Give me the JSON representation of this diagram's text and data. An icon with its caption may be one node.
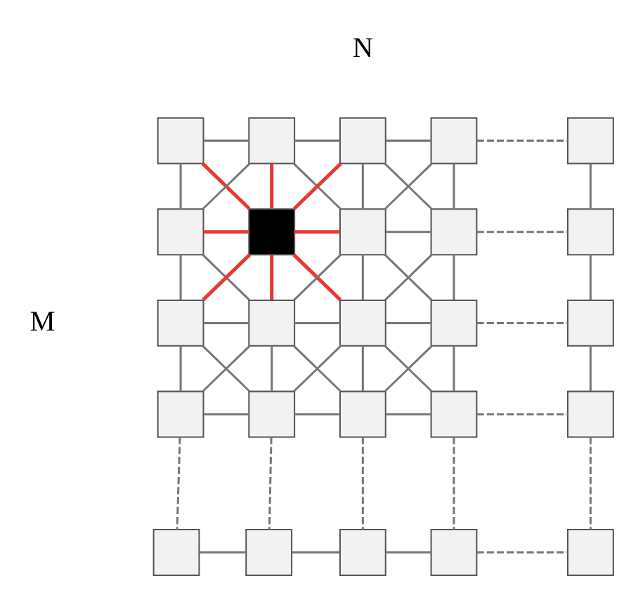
{
  "diagram": {
    "nodes": [
      {
        "text": [],
        "shape": "box"
      },
      {
        "text": [],
        "shape": "box"
      },
      {
        "text": [],
        "shape": "box"
      },
      {
        "text": [],
        "shape": "box"
      },
      {
        "text": [],
        "shape": "box"
      },
      {
        "text": [],
        "shape": "box"
      },
      {
        "text": [],
        "shape": "box"
      },
      {
        "text": [],
        "shape": "box"
      },
      {
        "text": [],
        "shape": "box"
      },
      {
        "text": [],
        "shape": "box"
      },
      {
        "text": [],
        "shape": "box"
      },
      {
        "text": [],
        "shape": "box"
      },
      {
        "text": [],
        "shape": "box"
      },
      {
        "text": [],
        "shape": "box"
      },
      {
        "text": [],
        "shape": "box"
      },
      {
        "text": [],
        "shape": "box"
      },
      {
        "text": [],
        "shape": "box"
      },
      {
        "text": [],
        "shape": "box"
      },
      {
        "text": [],
        "shape": "box"
      },
      {
        "text": [],
        "shape": "box"
      },
      {
        "text": [],
        "shape": "box"
      },
      {
        "text": [],
        "shape": "box"
      },
      {
        "text": [],
        "shape": "box"
      },
      {
        "text": [],
        "shape": "box"
      },
      {
        "text": [],
        "shape": "box"
      }
    ],
    "edges": [
      {
        "from": 0,
        "to": 1,
        "arrow": "none"
      },
      {
        "from": 1,
        "to": 2,
        "arrow": "none"
      },
      {
        "from": 2,
        "to": 3,
        "arrow": "none"
      },
      {
        "from": 3,
        "to": 4,
        "arrow": "none",
        "style": "dashed"
      },
      {
        "from": 5,
        "to": 6,
        "arrow": "none",
        "color": "#e53935"
      },
      {
        "from": 6,
        "to": 7,
        "arrow": "none",
        "color": "#e53935"
      },
      {
        "from": 7,
        "to": 8,
        "arrow": "none"
      },
      {
        "from": 8,
        "to": 9,
        "arrow": "none",
        "style": "dashed"
      },
      {
        "from": 10,
        "to": 11,
        "arrow": "none"
      },
      {
        "from": 11,
        "to": 12,
        "arrow": "none"
      },
      {
        "from": 12,
        "to": 13,
        "arrow": "none"
      },
      {
        "from": 13,
        "to": 14,
        "arrow": "none",
        "style": "dashed"
      },
      {
        "from": 15,
        "to": 16,
        "arrow": "none"
      },
      {
        "from": 16,
        "to": 17,
        "arrow": "none"
      },
      {
        "from": 17,
        "to": 18,
        "arrow": "none"
      },
      {
        "from": 18,
        "to": 19,
        "arrow": "none",
        "style": "dashed"
      },
      {
        "from": 20,
        "to": 21,
        "arrow": "none"
      },
      {
        "from": 21,
        "to": 22,
        "arrow": "none"
      },
      {
        "from": 22,
        "to": 23,
        "arrow": "none"
      },
      {
        "from": 23,
        "to": 24,
        "arrow": "none",
        "style": "dashed"
      },
      {
        "from": 0,
        "to": 5,
        "arrow": "none"
      },
      {
        "from": 5,
        "to": 10,
        "arrow": "none"
      },
      {
        "from": 10,
        "to": 15,
        "arrow": "none"
      },
      {
        "from": 15,
        "to": 20,
        "arrow": "none",
        "style": "dashed"
      },
      {
        "from": 1,
        "to": 6,
        "arrow": "none",
        "color": "#e53935"
      },
      {
        "from": 6,
        "to": 11,
        "arrow": "none",
        "color": "#e53935"
      },
      {
        "from": 11,
        "to": 16,
        "arrow": "none"
      },
      {
        "from": 16,
        "to": 21,
        "arrow": "none",
        "style": "dashed"
      },
      {
        "from": 2,
        "to": 7,
        "arrow": "none"
      },
      {
        "from": 7,
        "to": 12,
        "arrow": "none"
      },
      {
        "from": 12,
        "to": 17,
        "arrow": "none"
      },
      {
        "from": 17,
        "to": 22,
        "arrow": "none",
        "style": "dashed"
      },
      {
        "from": 3,
        "to": 8,
        "arrow": "none"
      },
      {
        "from": 8,
        "to": 13,
        "arrow": "none"
      },
      {
        "from": 13,
        "to": 18,
        "arrow": "none"
      },
      {
        "from": 18,
        "to": 23,
        "arrow": "none",
        "style": "dashed"
      },
      {
        "from": 4,
        "to": 9,
        "arrow": "none"
      },
      {
        "from": 9,
        "to": 14,
        "arrow": "none"
      },
      {
        "from": 14,
        "to": 19,
        "arrow": "none"
      },
      {
        "from": 19,
        "to": 24,
        "arrow": "none",
        "style": "dashed"
      },
      {
        "from": 0,
        "to": 6,
        "arrow": "none",
        "color": "#e53935"
      },
      {
        "from": 1,
        "to": 5,
        "arrow": "none"
      },
      {
        "from": 1,
        "to": 7,
        "arrow": "none"
      },
      {
        "from": 2,
        "to": 6,
        "arrow": "none",
        "color": "#e53935"
      },
      {
        "from": 2,
        "to": 8,
        "arrow": "none"
      },
      {
        "from": 3,
        "to": 7,
        "arrow": "none"
      },
      {
        "from": 5,
        "to": 11,
        "arrow": "none"
      },
      {
        "from": 6,
        "to": 10,
        "arrow": "none",
        "color": "#e53935"
      },
      {
        "from": 6,
        "to": 12,
        "arrow": "none",
        "color": "#e53935"
      },
      {
        "from": 7,
        "to": 11,
        "arrow": "none"
      },
      {
        "from": 7,
        "to": 13,
        "arrow": "none"
      },
      {
        "from": 8,
        "to": 12,
        "arrow": "none"
      },
      {
        "from": 10,
        "to": 16,
        "arrow": "none"
      },
      {
        "from": 11,
        "to": 15,
        "arrow": "none"
      },
      {
        "from": 11,
        "to": 17,
        "arrow": "none"
      },
      {
        "from": 12,
        "to": 16,
        "arrow": "none"
      },
      {
        "from": 12,
        "to": 18,
        "arrow": "none"
      },
      {
        "from": 13,
        "to": 17,
        "arrow": "none"
      }
    ],
    "labels": [
      "N",
      "M"
    ]
  }
}
